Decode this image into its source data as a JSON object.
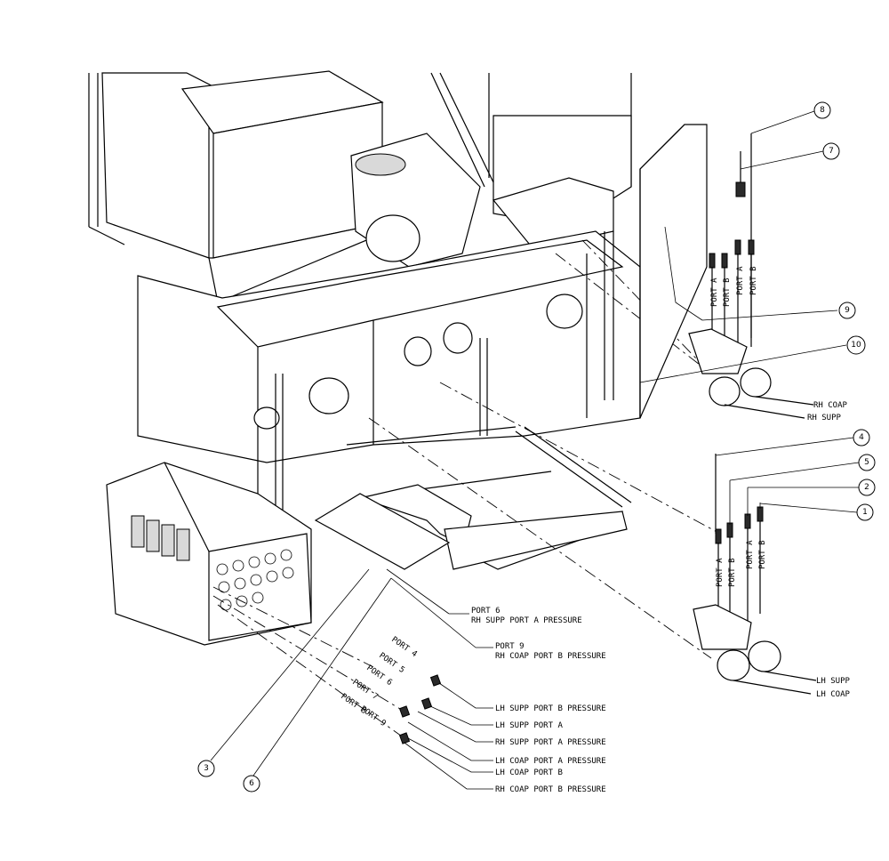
{
  "callouts": {
    "c1": "1",
    "c2": "2",
    "c3": "3",
    "c4": "4",
    "c5": "5",
    "c6": "6",
    "c7": "7",
    "c8": "8",
    "c9": "9",
    "c10": "10"
  },
  "rh_group": {
    "port_a_1": "PORT A",
    "port_b_1": "PORT B",
    "port_a_2": "PORT A",
    "port_b_2": "PORT B",
    "rh_coap": "RH COAP",
    "rh_supp": "RH SUPP"
  },
  "lh_group": {
    "port_a_1": "PORT A",
    "port_b_1": "PORT B",
    "port_a_2": "PORT A",
    "port_b_2": "PORT B",
    "lh_supp": "LH SUPP",
    "lh_coap": "LH COAP"
  },
  "manifold_notes": {
    "port6_title": "PORT 6",
    "port6_desc": "RH SUPP PORT A PRESSURE",
    "port9_title": "PORT 9",
    "port9_desc": "RH COAP PORT B PRESSURE"
  },
  "fitting_ports": [
    "PORT 4",
    "PORT 5",
    "PORT 6",
    "PORT 7",
    "PORT 8",
    "PORT 9"
  ],
  "hose_labels": [
    "LH SUPP PORT B PRESSURE",
    "LH SUPP PORT A",
    "RH SUPP PORT A PRESSURE",
    "LH COAP PORT A PRESSURE",
    "LH COAP PORT B",
    "RH COAP PORT B PRESSURE"
  ]
}
